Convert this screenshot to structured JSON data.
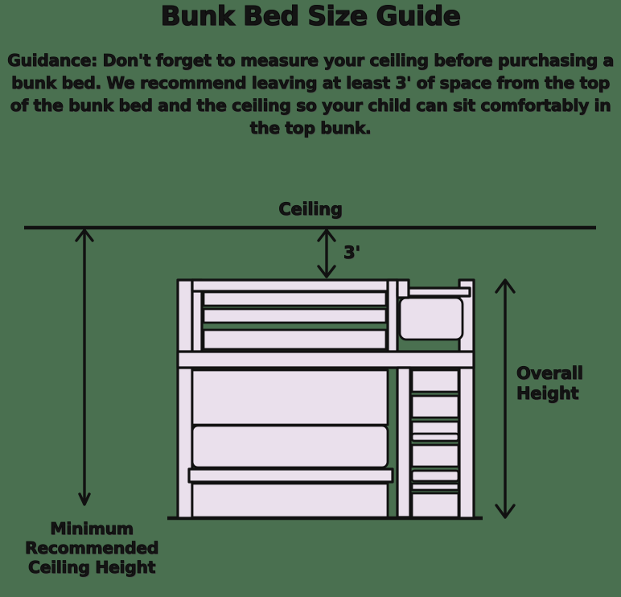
{
  "header": {
    "title": "Bunk Bed Size Guide",
    "guidance": "Guidance: Don't forget to measure your ceiling before purchasing a bunk bed. We recommend leaving at least 3' of space from the top of the bunk bed and the ceiling so your child can sit comfortably in the top bunk."
  },
  "diagram": {
    "labels": {
      "ceiling": "Ceiling",
      "gap": "3'",
      "overall_height": "Overall\nHeight",
      "minimum_ceiling_height": "Minimum\nRecommended\nCeiling Height"
    },
    "colors": {
      "background": "#4a7050",
      "frame_fill": "#eae0ec",
      "outline": "#111111",
      "text": "#141414"
    }
  },
  "chart_data": {
    "type": "diagram",
    "title": "Bunk Bed Size Guide",
    "annotations": [
      {
        "name": "ceiling-line",
        "label": "Ceiling"
      },
      {
        "name": "clearance-dimension",
        "label": "3'",
        "description": "Recommended clearance between top of bunk bed and ceiling"
      },
      {
        "name": "overall-height-dimension",
        "label": "Overall Height",
        "description": "Total height of the bunk bed from floor to top of frame"
      },
      {
        "name": "minimum-ceiling-height-dimension",
        "label": "Minimum Recommended Ceiling Height",
        "description": "Floor to ceiling distance required"
      }
    ],
    "measurements": [
      {
        "name": "clearance",
        "value": 3,
        "unit": "ft"
      }
    ]
  }
}
